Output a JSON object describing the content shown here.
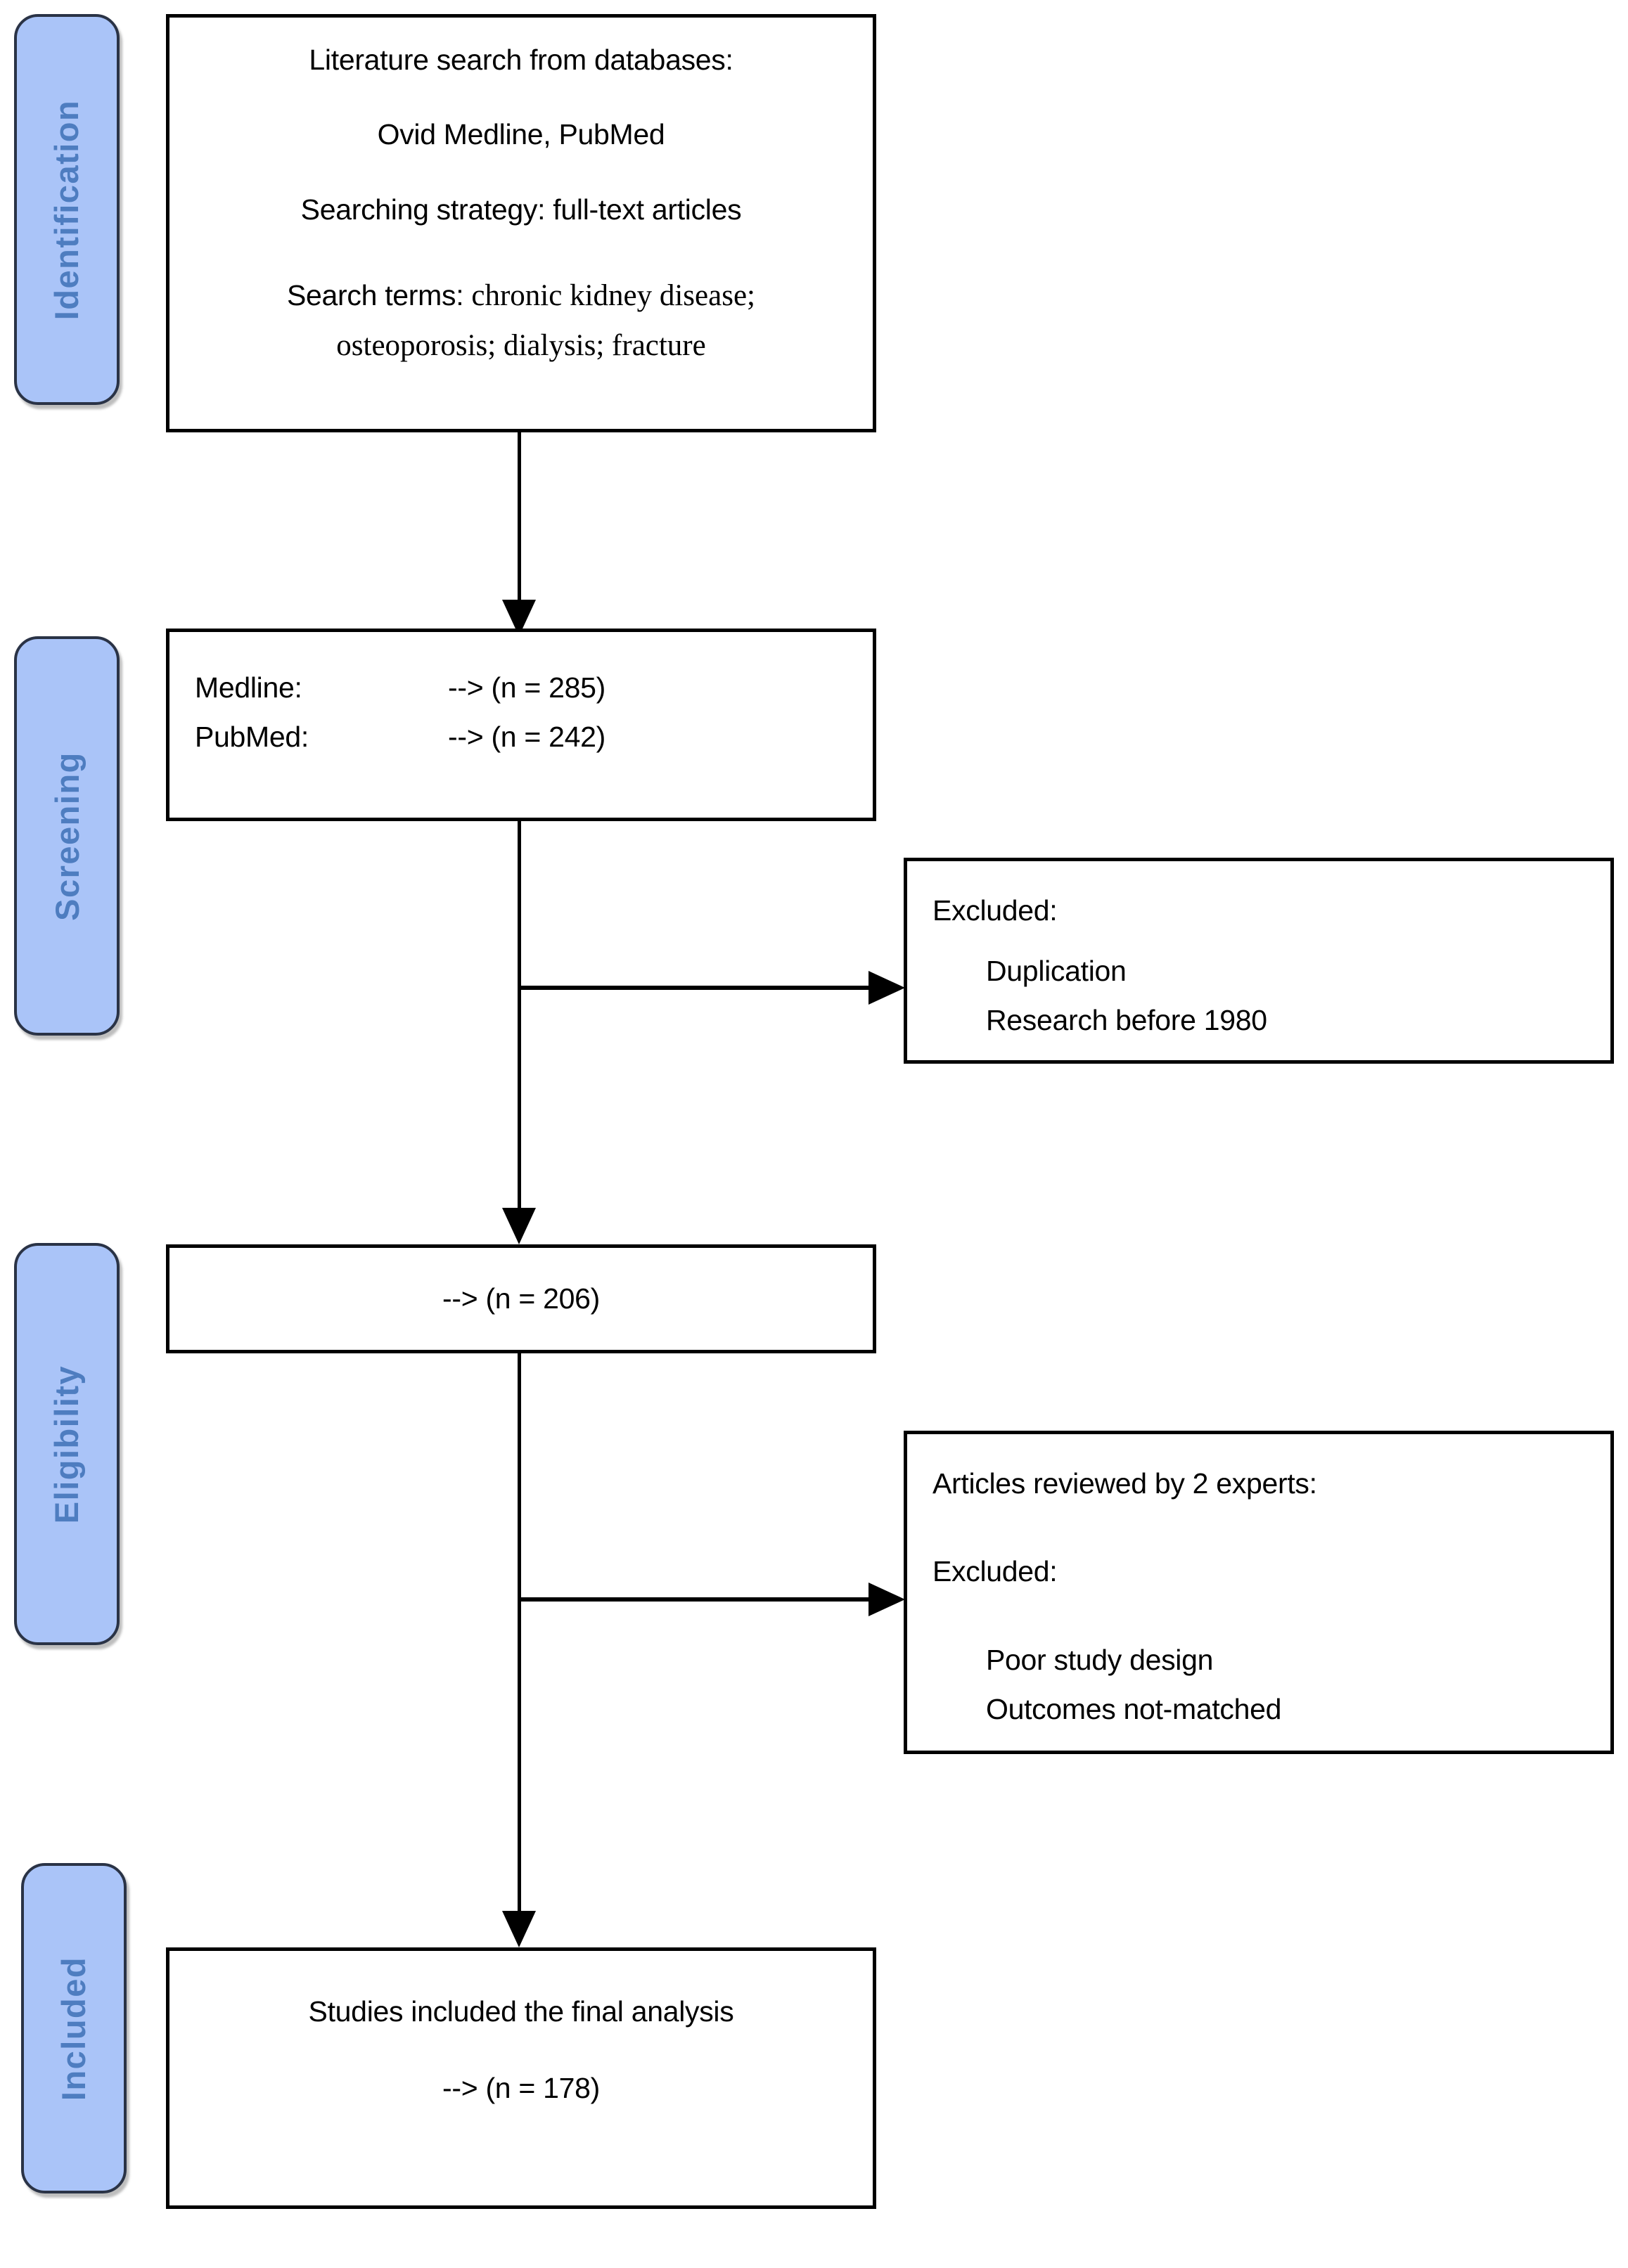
{
  "colors": {
    "background": "#ffffff",
    "stage_fill": "#aac4f8",
    "stage_text": "#4e7dc0",
    "stage_border": "#2a3346",
    "box_border": "#000000",
    "box_text": "#000000"
  },
  "sidebar": {
    "labels": [
      "Identification",
      "Screening",
      "Eligibility",
      "Included"
    ]
  },
  "boxes": {
    "literature": {
      "line1": "Literature search from databases:",
      "line2": "Ovid Medline, PubMed",
      "line3": "Searching strategy: full-text articles",
      "search_terms_label": "Search terms: ",
      "search_terms_line1": "chronic kidney disease;",
      "search_terms_line2": "osteoporosis; dialysis; fracture"
    },
    "screening_counts": {
      "rows": [
        {
          "label": "Medline:",
          "value": "--> (n = 285)"
        },
        {
          "label": "PubMed:",
          "value": "--> (n = 242)"
        }
      ]
    },
    "excluded_screening": {
      "heading": "Excluded:",
      "items": [
        "Duplication",
        "Research before 1980"
      ]
    },
    "eligibility_count": {
      "text": "--> (n = 206)"
    },
    "excluded_eligibility": {
      "line1": "Articles reviewed by 2 experts:",
      "heading": "Excluded:",
      "items": [
        "Poor study design",
        "Outcomes not-matched"
      ]
    },
    "included": {
      "line1": "Studies included the final analysis",
      "line2": "--> (n = 178)"
    }
  }
}
